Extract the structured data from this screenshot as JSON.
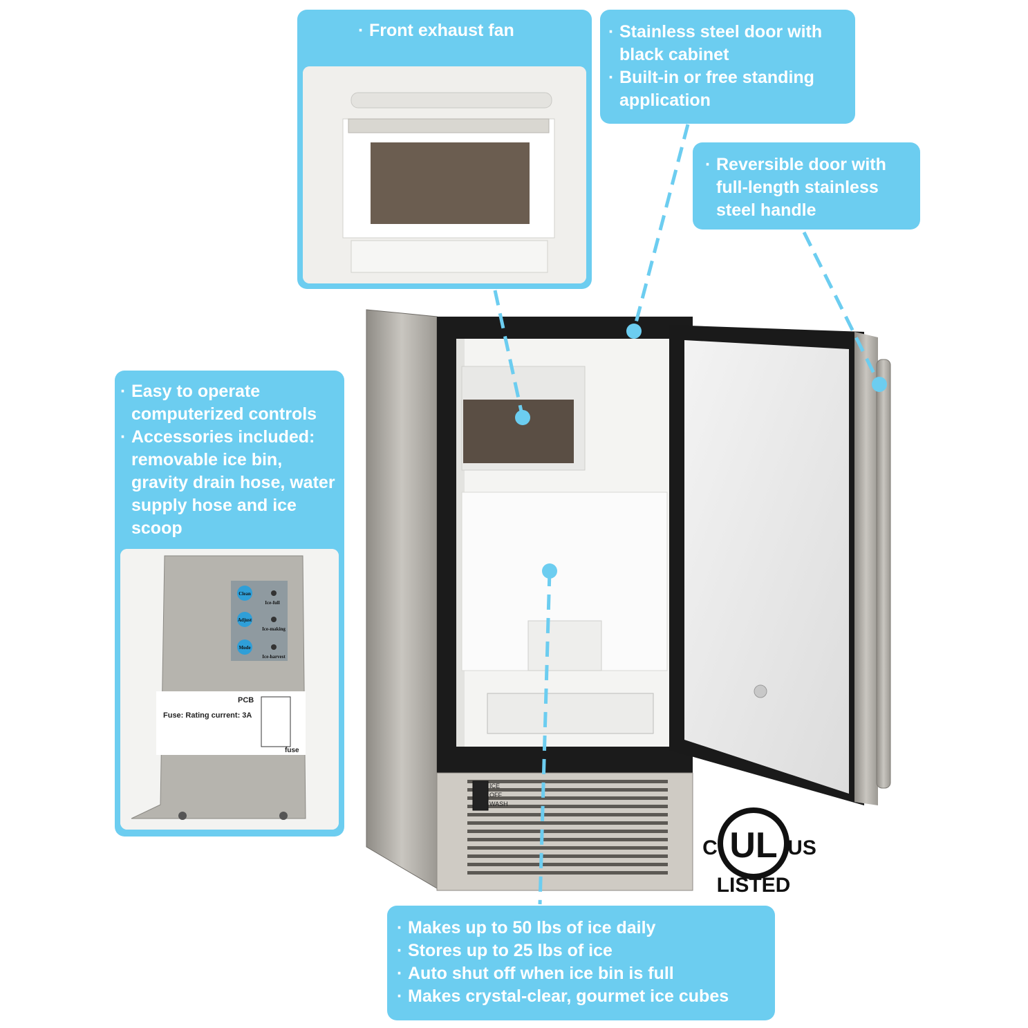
{
  "callouts": {
    "fan": {
      "items": [
        "Front exhaust fan"
      ]
    },
    "door_cabinet": {
      "items": [
        "Stainless steel door with black cabinet",
        "Built-in or free standing application"
      ]
    },
    "reversible": {
      "items": [
        "Reversible door with full-length stainless steel handle"
      ]
    },
    "controls": {
      "items": [
        "Easy to operate computerized controls",
        "Accessories included: removable ice bin, gravity drain hose, water supply hose and ice scoop"
      ]
    },
    "capacity": {
      "items": [
        "Makes up to 50 lbs of ice daily",
        "Stores up to 25 lbs of ice",
        "Auto shut off when ice bin is full",
        "Makes crystal-clear, gourmet ice cubes"
      ]
    }
  },
  "control_panel": {
    "buttons": [
      "Clean",
      "Adjust",
      "Mode"
    ],
    "indicators": [
      "Ice-full",
      "Ice-making",
      "Ice-harvest"
    ],
    "pcb_label": "PCB",
    "fuse_rating": "Fuse: Rating current: 3A",
    "fuse_label": "fuse"
  },
  "switch_labels": [
    "ICE",
    "OFF",
    "WASH"
  ],
  "ul_mark": {
    "left": "C",
    "center": "UL",
    "right": "US",
    "bottom": "LISTED"
  },
  "colors": {
    "callout_bg": "#6ccdf0",
    "leader": "#6ccdf0",
    "steel": "#b9b6b0",
    "cabinet": "#1a1a1a"
  }
}
